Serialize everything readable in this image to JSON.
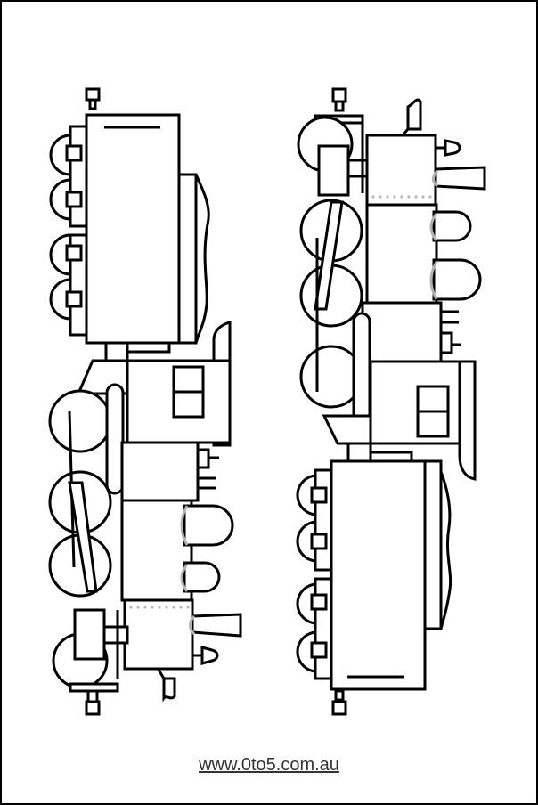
{
  "page": {
    "type": "colouring-page",
    "subject": "two steam trains (mirrored)"
  },
  "illustrations": [
    {
      "name": "left-train",
      "orientation": "engine at bottom, tender at top"
    },
    {
      "name": "right-train",
      "orientation": "engine at top, tender at bottom"
    }
  ],
  "footer": {
    "link_text": "www.0to5.com.au"
  },
  "colors": {
    "line": "#000000",
    "accent_grey": "#b0b0b0",
    "background": "#ffffff",
    "link_text": "#333333"
  }
}
